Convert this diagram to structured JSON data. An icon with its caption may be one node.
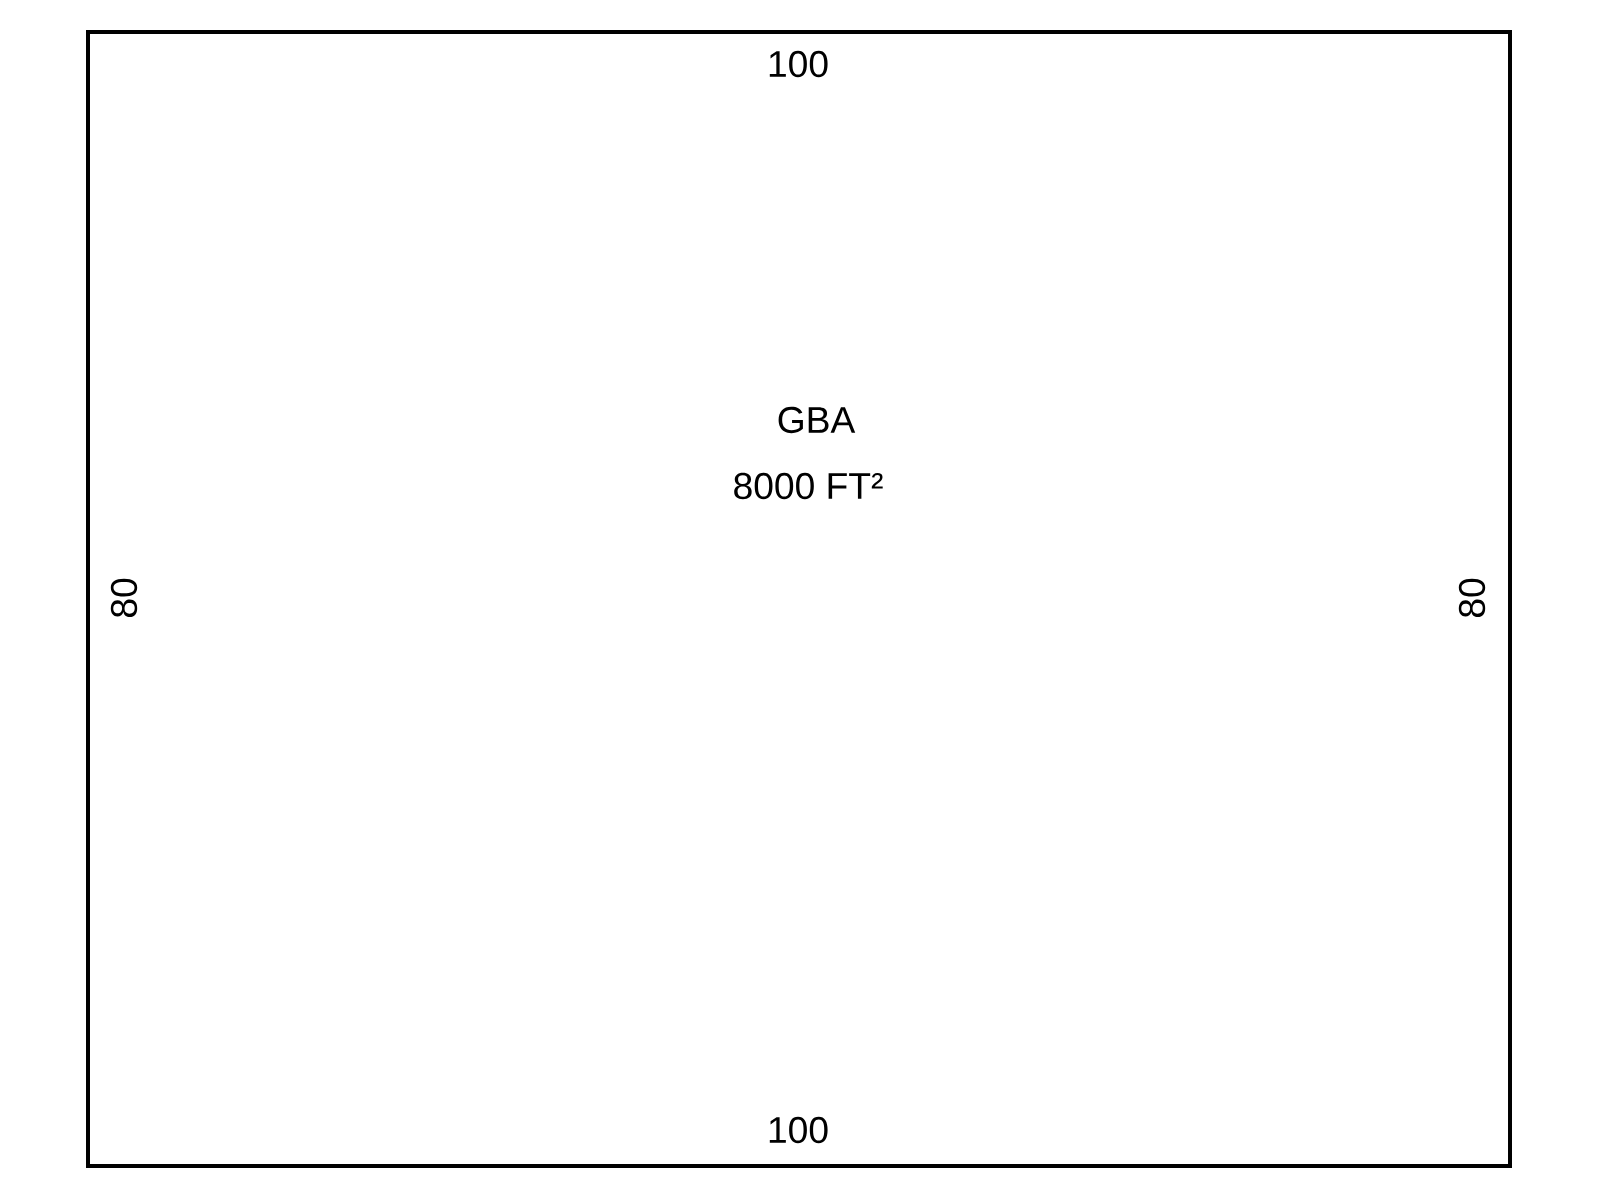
{
  "diagram": {
    "nodes": [
      {
        "text": [
          "GBA",
          "8000 FT²"
        ]
      }
    ],
    "labels": [
      "100",
      "80",
      "80",
      "100"
    ]
  }
}
